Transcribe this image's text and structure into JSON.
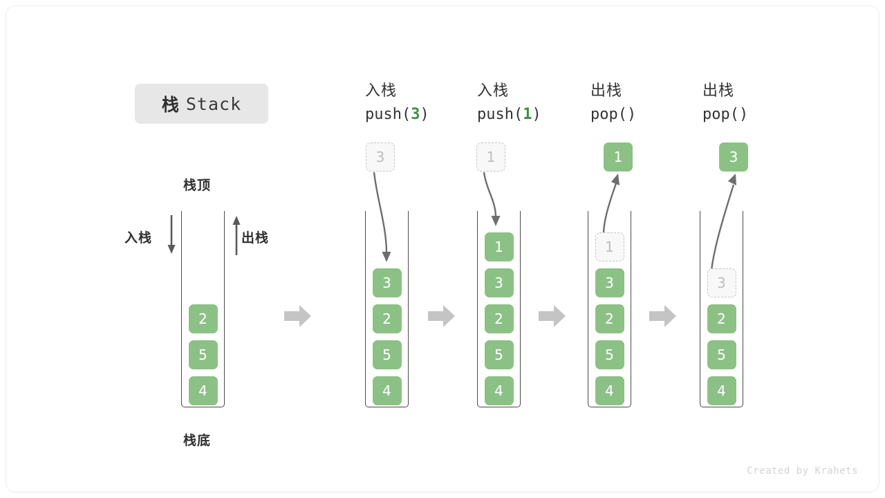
{
  "title": {
    "cjk": "栈",
    "latin": "Stack"
  },
  "labels": {
    "top": "栈顶",
    "bottom": "栈底",
    "push_side": "入栈",
    "pop_side": "出栈"
  },
  "watermark": "Created by Krahets",
  "colors": {
    "element_green": "#8cc185",
    "ghost_fill": "#f8f8f8",
    "ghost_border": "#c6c6c6",
    "arrow_gray": "#6e6e6e",
    "step_arrow_gray": "#c4c4c4",
    "chip_gray": "#e7e7e7",
    "text_dark": "#2f2f2f",
    "accent_green_text": "#3f8f43"
  },
  "columns": [
    {
      "id": "initial",
      "header_cjk": "",
      "header_code_pre": "",
      "header_code_arg": "",
      "header_code_post": "",
      "floating": null,
      "stack": [
        "2",
        "5",
        "4"
      ],
      "ghost_index": -1
    },
    {
      "id": "push-3",
      "header_cjk": "入栈",
      "header_code_pre": "push(",
      "header_code_arg": "3",
      "header_code_post": ")",
      "floating": {
        "value": "3",
        "style": "ghost"
      },
      "stack": [
        "3",
        "2",
        "5",
        "4"
      ],
      "ghost_index": -1
    },
    {
      "id": "push-1",
      "header_cjk": "入栈",
      "header_code_pre": "push(",
      "header_code_arg": "1",
      "header_code_post": ")",
      "floating": {
        "value": "1",
        "style": "ghost"
      },
      "stack": [
        "1",
        "3",
        "2",
        "5",
        "4"
      ],
      "ghost_index": -1
    },
    {
      "id": "pop-1",
      "header_cjk": "出栈",
      "header_code_pre": "pop(",
      "header_code_arg": "",
      "header_code_post": ")",
      "floating": {
        "value": "1",
        "style": "solid"
      },
      "stack": [
        "1",
        "3",
        "2",
        "5",
        "4"
      ],
      "ghost_index": 0
    },
    {
      "id": "pop-3",
      "header_cjk": "出栈",
      "header_code_pre": "pop(",
      "header_code_arg": "",
      "header_code_post": ")",
      "floating": {
        "value": "3",
        "style": "solid"
      },
      "stack": [
        "3",
        "2",
        "5",
        "4"
      ],
      "ghost_index": 0
    }
  ],
  "step_arrows": 4
}
